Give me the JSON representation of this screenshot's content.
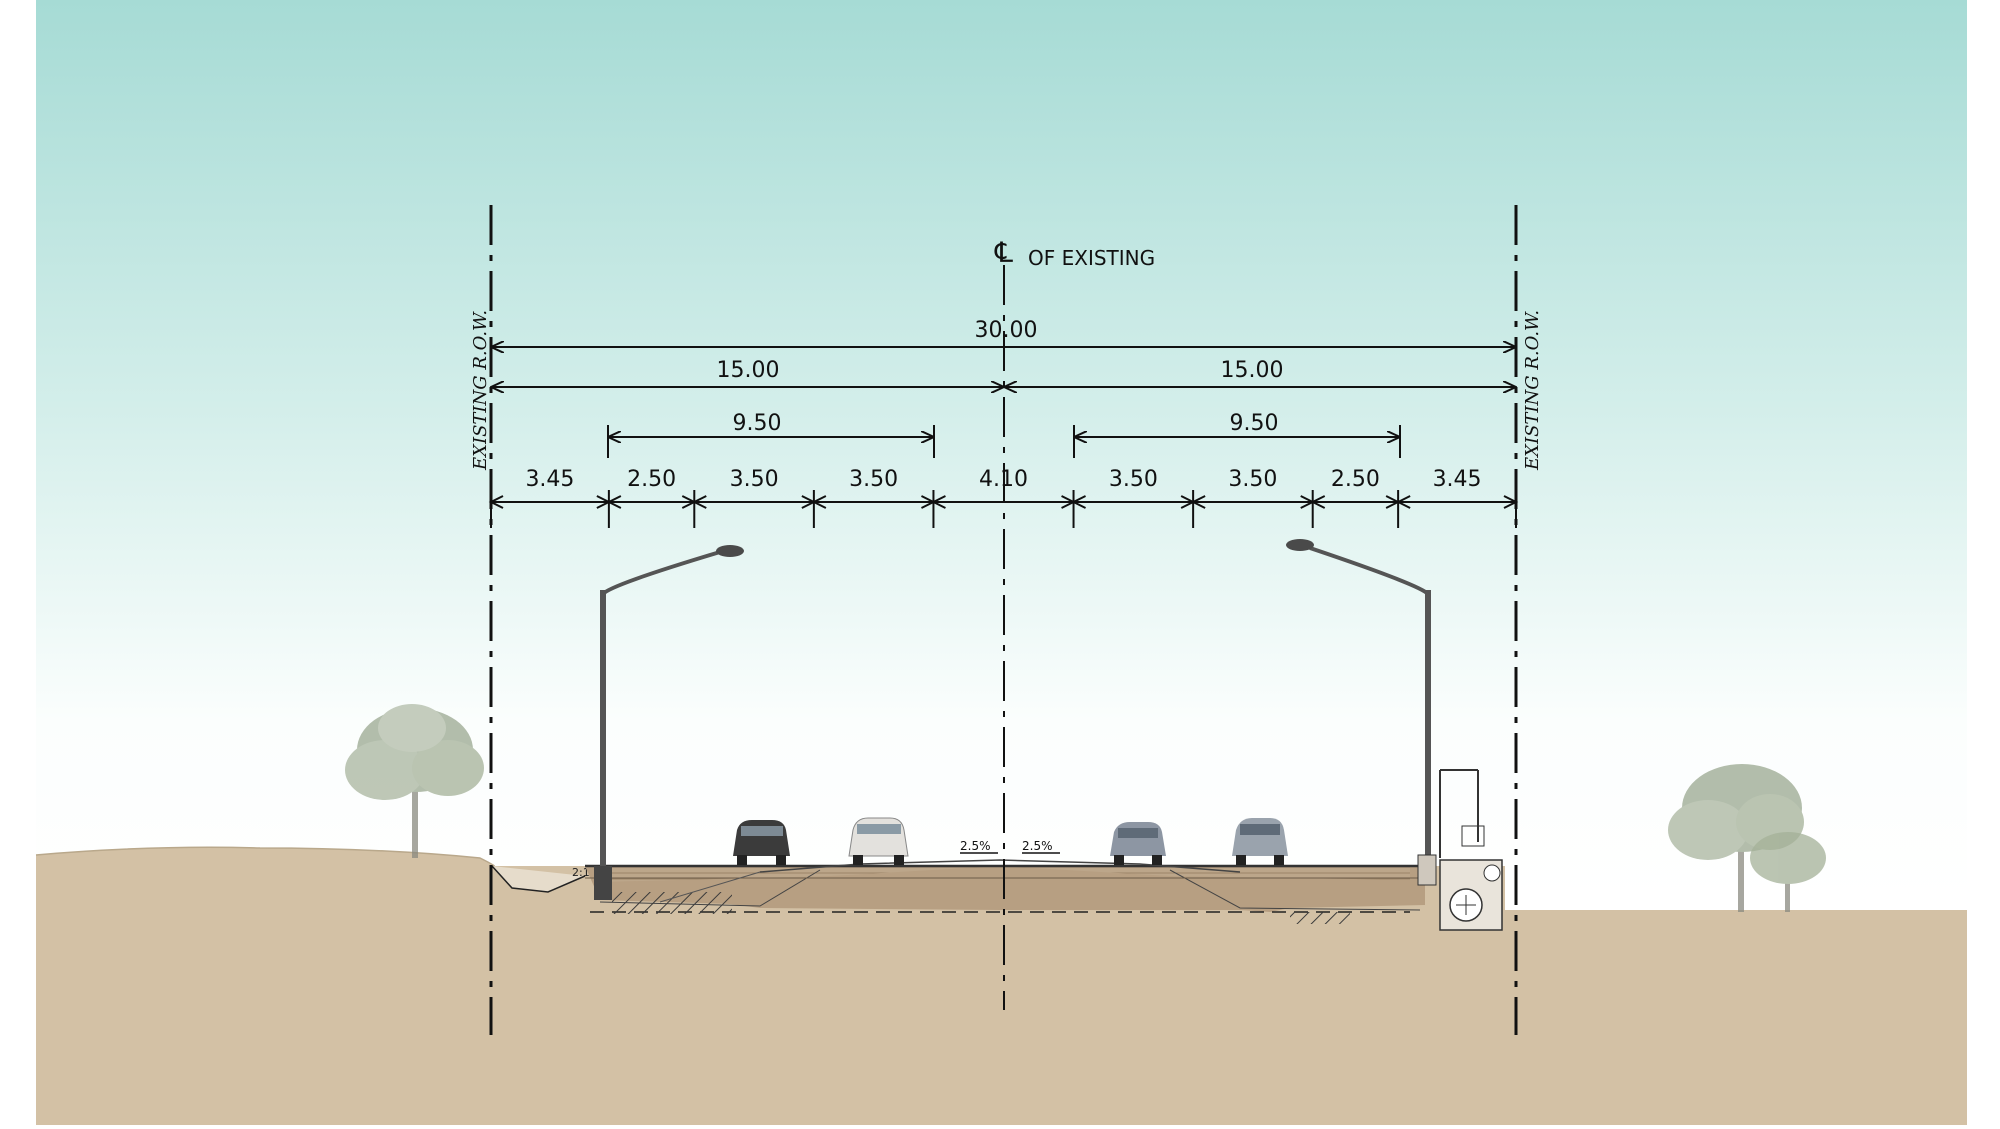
{
  "centerline": {
    "symbol": "℄",
    "label": "OF EXISTING"
  },
  "row": {
    "left_label": "EXISTING R.O.W.",
    "right_label": "EXISTING R.O.W."
  },
  "dimensions": {
    "total": "30.00",
    "half_left": "15.00",
    "half_right": "15.00",
    "group_left": "9.50",
    "group_right": "9.50",
    "segments": [
      "3.45",
      "2.50",
      "3.50",
      "3.50",
      "4.10",
      "3.50",
      "3.50",
      "2.50",
      "3.45"
    ]
  },
  "slopes": {
    "left": "2.5%",
    "right": "2.5%"
  },
  "embankment_slope": "2:1",
  "colors": {
    "sky_top": "#a7dcd6",
    "sky_bottom": "#ffffff",
    "ground": "#d3c0a4",
    "line": "#111111"
  }
}
